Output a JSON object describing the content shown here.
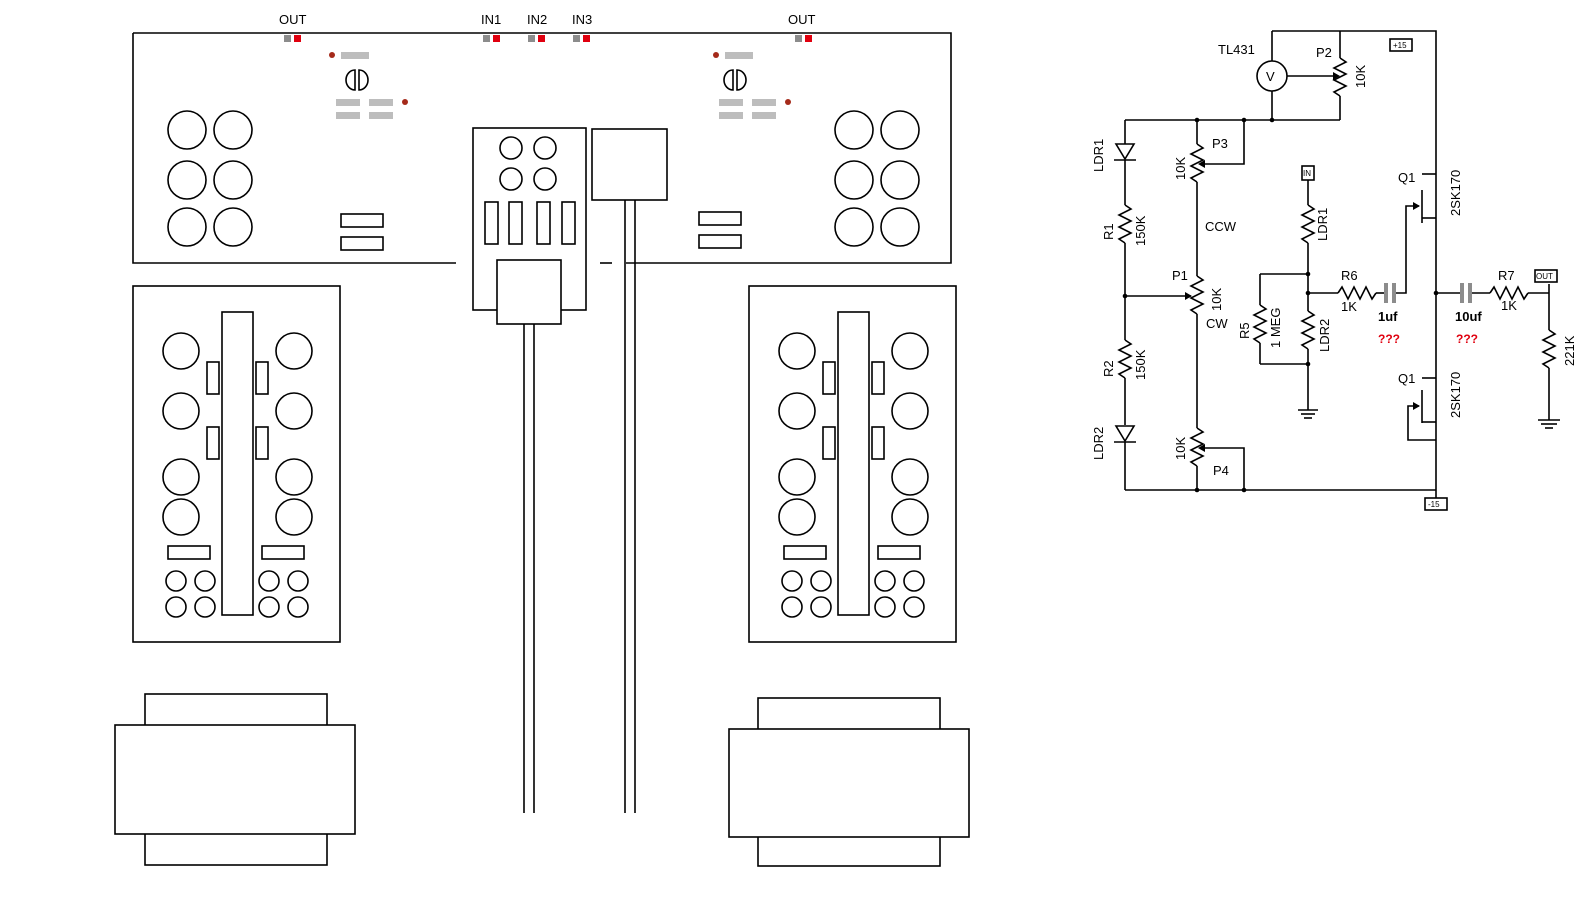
{
  "layout_labels": {
    "out_left": "OUT",
    "out_right": "OUT",
    "in1": "IN1",
    "in2": "IN2",
    "in3": "IN3"
  },
  "schematic": {
    "tl431": "TL431",
    "meter": "V",
    "p2": "P2",
    "p2_value": "10K",
    "p3": "P3",
    "p3_value": "10K",
    "p1": "P1",
    "p1_value": "10K",
    "p4": "P4",
    "p4_value": "10K",
    "ccw": "CCW",
    "cw": "CW",
    "ldr1": "LDR1",
    "ldr2": "LDR2",
    "ldr1_b": "LDR1",
    "ldr2_b": "LDR2",
    "r1": "R1",
    "r1_value": "150K",
    "r2": "R2",
    "r2_value": "150K",
    "r5": "R5",
    "r5_value": "1 MEG",
    "r6": "R6",
    "r6_value": "1K",
    "r7": "R7",
    "r7_value": "1K",
    "r_out_value": "221K",
    "c1_value": "1uf",
    "c2_value": "10uf",
    "c1_note": "???",
    "c2_note": "???",
    "q1_top": "Q1",
    "q1_top_part": "2SK170",
    "q1_bottom": "Q1",
    "q1_bottom_part": "2SK170",
    "plus15": "+15",
    "minus15": "-15",
    "in_port": "IN",
    "out_port": "OUT"
  },
  "colors": {
    "pin_red": "#e0000f",
    "pin_gray": "#8c8c8c",
    "pad_gray": "#bdbdbd",
    "note_red": "#e0000f"
  }
}
